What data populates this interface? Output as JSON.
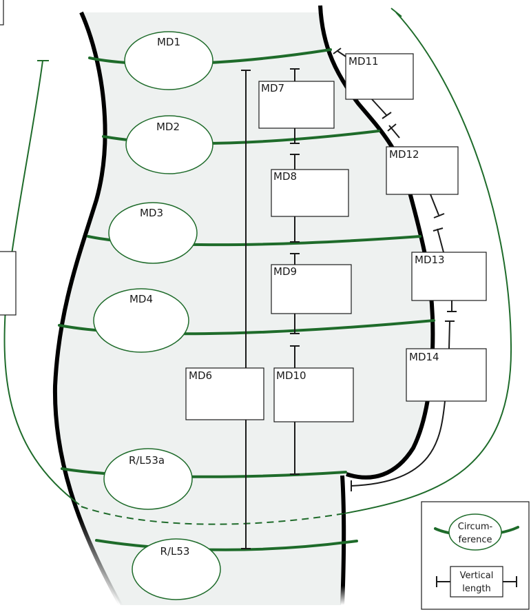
{
  "circumference_labels": {
    "md1": "MD1",
    "md2": "MD2",
    "md3": "MD3",
    "md4": "MD4",
    "rl53a": "R/L53a",
    "rl53": "R/L53"
  },
  "vertical_length_labels": {
    "md6": "MD6",
    "md7": "MD7",
    "md8": "MD8",
    "md9": "MD9",
    "md10": "MD10",
    "md11": "MD11",
    "md12": "MD12",
    "md13": "MD13",
    "md14": "MD14"
  },
  "legend": {
    "circumference_line1": "Circum-",
    "circumference_line2": "ference",
    "vertical_line1": "Vertical",
    "vertical_line2": "length"
  },
  "colors": {
    "circumference": "#1e6b2a",
    "body_fill": "#eef1f0",
    "outline": "#000000"
  }
}
